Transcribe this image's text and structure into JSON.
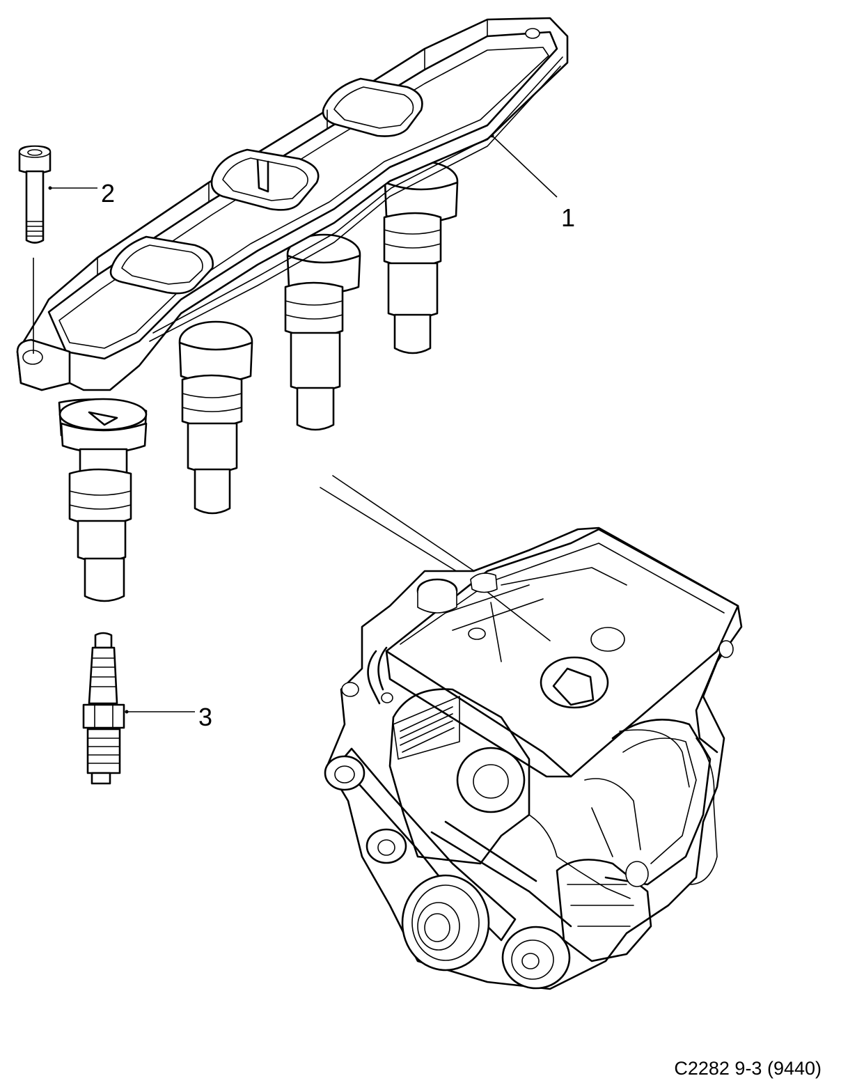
{
  "callouts": [
    {
      "id": "1",
      "label": "1",
      "part": "ignition-coil-cassette"
    },
    {
      "id": "2",
      "label": "2",
      "part": "mounting-bolt"
    },
    {
      "id": "3",
      "label": "3",
      "part": "spark-plug"
    }
  ],
  "caption": "C2282 9-3 (9440)",
  "colors": {
    "line": "#000000",
    "background": "#ffffff"
  }
}
